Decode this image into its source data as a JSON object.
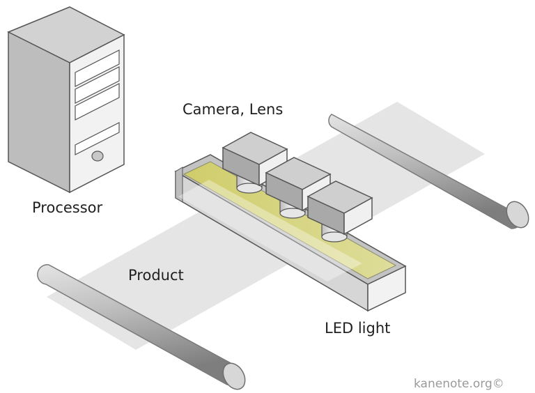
{
  "labels": {
    "processor": "Processor",
    "camera_lens": "Camera, Lens",
    "product": "Product",
    "led_light": "LED light"
  },
  "credit": "kanenote.org©",
  "colors": {
    "background": "#ffffff",
    "product_sheet": "#e3e3e3",
    "roller_light": "#d8d8d8",
    "roller_dark": "#8f8f8f",
    "housing_top": "#bfbfbf",
    "housing_front": "#d9d9d9",
    "housing_side": "#eeeeee",
    "led_glow": "#d3d184",
    "camera_top": "#c9c9c9",
    "camera_front": "#a9a9a9",
    "camera_side": "#f1f1f1",
    "lens": "#e8e8e8",
    "outline": "#555555"
  },
  "icons": {
    "processor": "server-tower-icon",
    "camera": "camera-icon",
    "roller": "roller-icon",
    "led": "led-bar-light-icon"
  }
}
